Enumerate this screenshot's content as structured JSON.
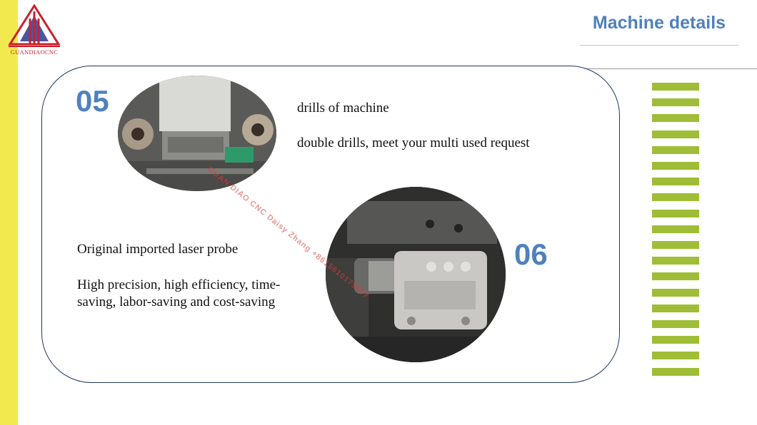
{
  "logo": {
    "text": "GUANDIAOCNC",
    "brand_color": "#c8202c",
    "accent_color": "#2a3a8f"
  },
  "header": {
    "title": "Machine details",
    "title_color": "#4f81bd"
  },
  "items": [
    {
      "number": "05",
      "heading": "drills of machine",
      "description": "double drills, meet your multi used request",
      "image_subject": "double drills"
    },
    {
      "number": "06",
      "heading": "Original imported laser probe",
      "description": "High precision, high efficiency, time-saving, labor-saving and cost-saving",
      "image_subject": "laser probe"
    }
  ],
  "watermark": "GUAN DIAO CNC  Daisy  Zhang  +8615610179897",
  "decor": {
    "stripe_color": "#9fbd36",
    "left_bar_color": "#f2e94e",
    "panel_border_color": "#1f3864",
    "stripe_count": 19
  }
}
